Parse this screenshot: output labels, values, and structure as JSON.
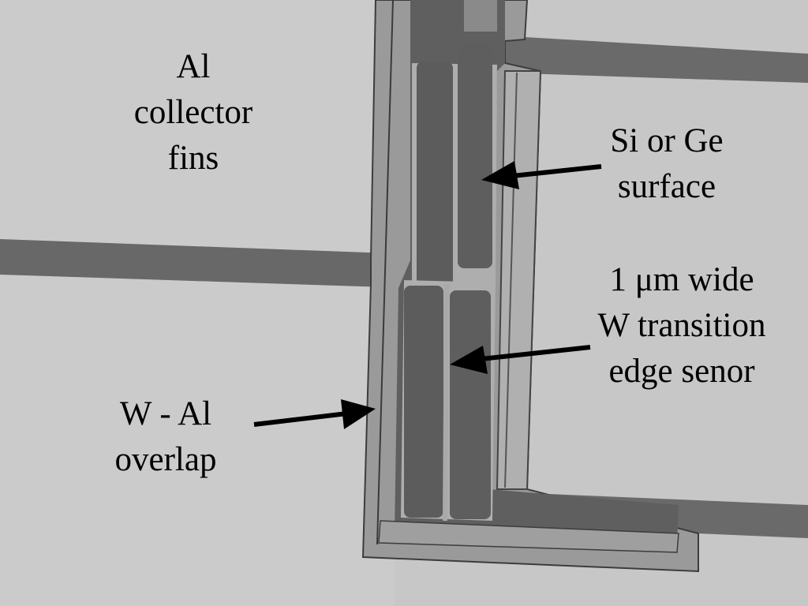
{
  "labels": {
    "al_collector": [
      "Al",
      "collector",
      "fins"
    ],
    "si_ge_surface": [
      "Si or Ge",
      "surface"
    ],
    "tes": [
      "1  μm wide",
      "W transition",
      "edge senor"
    ],
    "w_al_overlap": [
      "W - Al",
      "overlap"
    ]
  },
  "colors": {
    "background": "#c7c7c7",
    "al_fin": "#6a6a6a",
    "w_al_overlap": "#9a9a9a",
    "light_structure": "#aeaeae",
    "surface_dark": "#5f5f5f",
    "text": "#000000"
  }
}
